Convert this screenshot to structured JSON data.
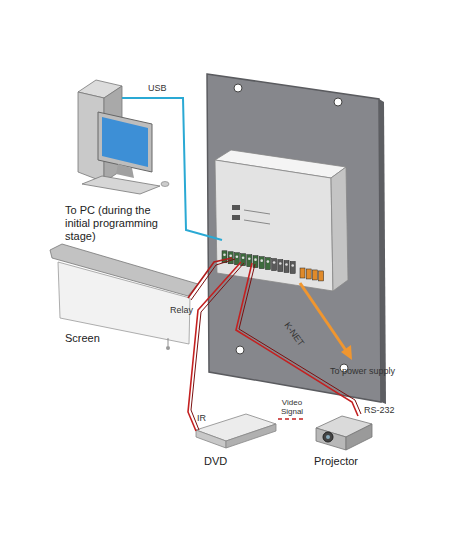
{
  "diagram": {
    "nodes": [
      {
        "text": [
          "To PC (during the initial programming stage)"
        ]
      },
      {
        "text": [
          "Screen"
        ]
      },
      {
        "text": [
          "DVD"
        ]
      },
      {
        "text": [
          "Projector"
        ]
      }
    ],
    "edges": [
      {
        "from": 2,
        "to": 3,
        "label": "Video Signal",
        "arrow": "none"
      }
    ],
    "labels": [
      "USB",
      "Relay",
      "K-NET",
      "To power supply",
      "IR",
      "RS-232"
    ]
  }
}
